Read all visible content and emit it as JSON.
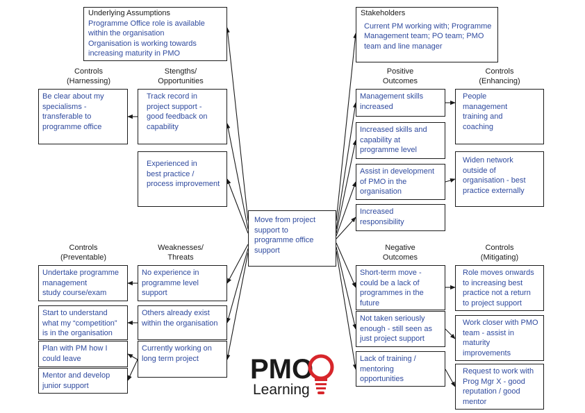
{
  "center": {
    "lines": [
      "Move from project",
      "support to",
      "programme office",
      "support"
    ]
  },
  "assumptions": {
    "title": "Underlying Assumptions",
    "lines": [
      "Programme Office role is available",
      "within the organisation",
      "Organisation is working towards",
      "increasing maturity in PMO"
    ]
  },
  "stakeholders": {
    "title": "Stakeholders",
    "lines": [
      "Current PM working with; Programme",
      "Management team; PO team; PMO",
      "team and line manager"
    ]
  },
  "headers": {
    "controls_harnessing": [
      "Controls",
      "(Harnessing)"
    ],
    "strengths": [
      "Stengths/",
      "Opportunities"
    ],
    "positive": [
      "Positive",
      "Outcomes"
    ],
    "controls_enhancing": [
      "Controls",
      "(Enhancing)"
    ],
    "controls_preventable": [
      "Controls",
      "(Preventable)"
    ],
    "weaknesses": [
      "Weaknesses/",
      "Threats"
    ],
    "negative": [
      "Negative",
      "Outcomes"
    ],
    "controls_mitigating": [
      "Controls",
      "(Mitigating)"
    ]
  },
  "harnessing": [
    [
      "Be clear about my",
      "specialisms -",
      "transferable to",
      "programme office"
    ]
  ],
  "strengths": [
    [
      "Track record in",
      "project support -",
      "good feedback on",
      "capability"
    ],
    [
      "Experienced in",
      "best practice /",
      "process improvement"
    ]
  ],
  "positive": [
    [
      "Management skills",
      "increased"
    ],
    [
      "Increased skills and",
      "capability at",
      "programme level"
    ],
    [
      "Assist in development",
      "of PMO in the",
      "organisation"
    ],
    [
      "Increased",
      "responsibility"
    ]
  ],
  "enhancing": [
    [
      "People",
      "management",
      "training and",
      "coaching"
    ],
    [
      "Widen network",
      "outside of",
      "organisation - best",
      "practice externally"
    ]
  ],
  "preventable": [
    [
      "Undertake programme",
      "management",
      "study course/exam"
    ],
    [
      "Start to understand",
      "what my “competition”",
      "is in the organisation"
    ],
    [
      "Plan with PM how I",
      "could leave"
    ],
    [
      "Mentor and develop",
      "junior support"
    ]
  ],
  "weaknesses": [
    [
      "No experience in",
      "programme level",
      "support"
    ],
    [
      "Others already exist",
      "within the organisation"
    ],
    [
      "Currently working on",
      "long term project"
    ]
  ],
  "negative": [
    [
      "Short-term move -",
      "could be a lack of",
      "programmes in the",
      "future"
    ],
    [
      "Not taken seriously",
      "enough - still seen as",
      "just project support"
    ],
    [
      "Lack of training /",
      "mentoring",
      "opportunities"
    ]
  ],
  "mitigating": [
    [
      "Role moves onwards",
      "to increasing best",
      "practice not a return",
      "to project support"
    ],
    [
      "Work closer with PMO",
      "team - assist in",
      "maturity",
      "improvements"
    ],
    [
      "Request to work with",
      "Prog Mgr X - good",
      "reputation / good",
      "mentor"
    ]
  ],
  "logo": {
    "brand": "PMO",
    "sub": "Learning",
    "accent": "#d7262b"
  },
  "colors": {
    "text": "#2f4a9e",
    "line": "#1a1a1a"
  }
}
